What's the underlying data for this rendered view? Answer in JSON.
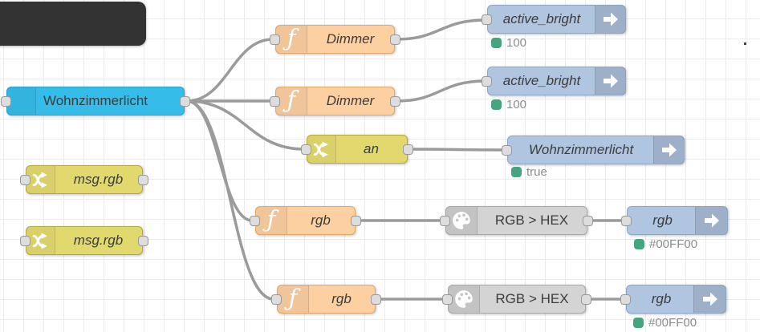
{
  "app": {
    "name": "Node-RED flow editor canvas"
  },
  "glyphs": {
    "function": "ƒ"
  },
  "colors": {
    "trigger_blue": "#36bce8",
    "function_orange": "#fdd0a2",
    "switch_yellow": "#e2d96e",
    "output_bluegray": "#b0c5e0",
    "convert_gray": "#d4d4d4",
    "wire_gray": "#9b9b9b",
    "status_green": "#46a47e",
    "grid_line": "#ececec",
    "panel_dark": "#333333"
  },
  "nodes": {
    "wohnzimmerlicht_in": {
      "label": "Wohnzimmerlicht"
    },
    "dimmer1": {
      "label": "Dimmer"
    },
    "dimmer2": {
      "label": "Dimmer"
    },
    "active_bright1": {
      "label": "active_bright",
      "status": "100"
    },
    "active_bright2": {
      "label": "active_bright",
      "status": "100"
    },
    "an": {
      "label": "an"
    },
    "wohnzimmerlicht_out": {
      "label": "Wohnzimmerlicht",
      "status": "true"
    },
    "msg_rgb1": {
      "label": "msg.rgb"
    },
    "msg_rgb2": {
      "label": "msg.rgb"
    },
    "rgb_fn1": {
      "label": "rgb"
    },
    "rgb_fn2": {
      "label": "rgb"
    },
    "rgb_hex1": {
      "label": "RGB > HEX"
    },
    "rgb_hex2": {
      "label": "RGB > HEX"
    },
    "rgb_out1": {
      "label": "rgb",
      "status": "#00FF00"
    },
    "rgb_out2": {
      "label": "rgb",
      "status": "#00FF00"
    }
  }
}
